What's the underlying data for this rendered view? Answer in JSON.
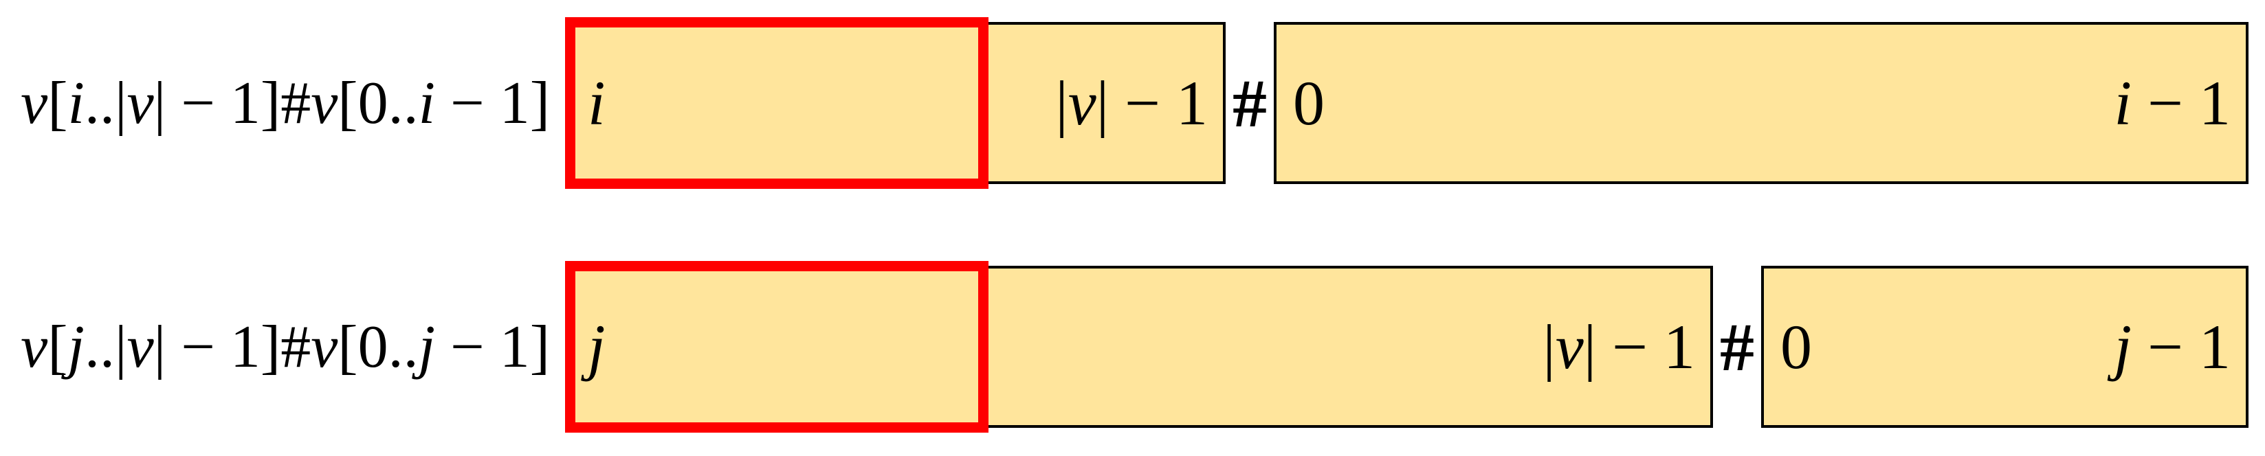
{
  "colors": {
    "box_fill": "#FFE59C",
    "box_border": "#000000",
    "highlight_border": "#FE0000",
    "text": "#000000",
    "background": "#FFFFFF"
  },
  "rows": [
    {
      "label": "v[i..|v| − 1]#v[0..i − 1]",
      "first_box": {
        "start_index": "i",
        "end_index": "|v| − 1",
        "highlighted_prefix": true
      },
      "separator": "#",
      "second_box": {
        "start_index": "0",
        "end_index": "i − 1"
      }
    },
    {
      "label": "v[j..|v| − 1]#v[0..j − 1]",
      "first_box": {
        "start_index": "j",
        "end_index": "|v| − 1",
        "highlighted_prefix": true
      },
      "separator": "#",
      "second_box": {
        "start_index": "0",
        "end_index": "j − 1"
      }
    }
  ]
}
